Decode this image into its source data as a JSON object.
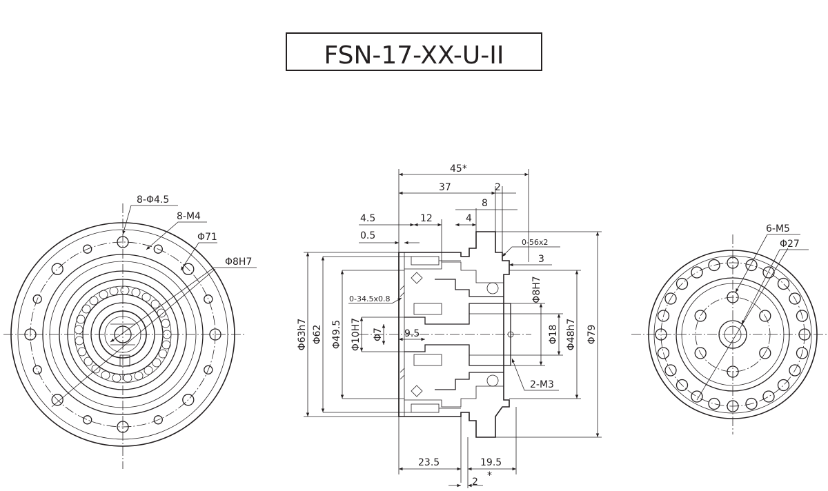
{
  "title": "FSN-17-XX-U-II",
  "front_view": {
    "callouts": [
      "8-Φ4.5",
      "8-M4",
      "Φ71",
      "Φ8H7"
    ]
  },
  "side_view": {
    "top_dims": [
      "45*",
      "37",
      "2",
      "8",
      "4.5",
      "12",
      "4",
      "0.5"
    ],
    "chamfers": [
      "0-56x2",
      "0-34.5x0.8"
    ],
    "small_dims": [
      "3",
      "9.5"
    ],
    "left_dias": [
      "Φ63h7",
      "Φ62",
      "Φ49.5",
      "Φ10H7",
      "Φ7"
    ],
    "right_dias": [
      "Φ8H7",
      "Φ18",
      "Φ48h7",
      "Φ79"
    ],
    "thread": "2-M3",
    "bottom_dims": [
      "23.5",
      "19.5",
      "2",
      "*"
    ]
  },
  "rear_view": {
    "callouts": [
      "6-M5",
      "Φ27"
    ]
  }
}
